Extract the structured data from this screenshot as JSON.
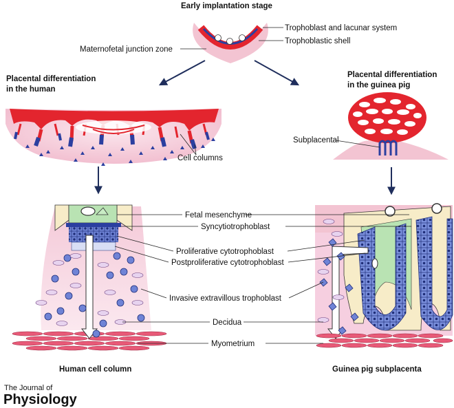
{
  "colors": {
    "pink_tissue": "#f3c4d2",
    "red_trophoblast": "#e3252e",
    "blue_trophoblast": "#2b3fa0",
    "cell_blue": "#6f83d6",
    "mesenchyme_green": "#b9e3b3",
    "cream": "#f7ecc8",
    "arrow_navy": "#1f2e5c"
  },
  "titles": {
    "early": "Early implantation stage",
    "human_line1": "Placental differentiation",
    "human_line2": "in the human",
    "gp_line1": "Placental differentiation",
    "gp_line2": "in the guinea pig"
  },
  "labels": {
    "trophoblast_lacunar": "Trophoblast and lacunar system",
    "trophoblastic_shell": "Trophoblastic shell",
    "maternofetal": "Maternofetal junction zone",
    "cell_columns": "Cell columns",
    "subplacental": "Subplacental",
    "fetal_mesenchyme": "Fetal mesenchyme",
    "syncytiotrophoblast": "Syncytiotrophoblast",
    "proliferative": "Proliferative cytotrophoblast",
    "postproliferative": "Postproliferative cytotrophoblast",
    "invasive": "Invasive extravillous trophoblast",
    "decidua": "Decidua",
    "myometrium": "Myometrium"
  },
  "captions": {
    "human": "Human cell column",
    "guinea_pig": "Guinea pig subplacenta"
  },
  "journal": {
    "line1": "The Journal of",
    "line2": "Physiology"
  }
}
